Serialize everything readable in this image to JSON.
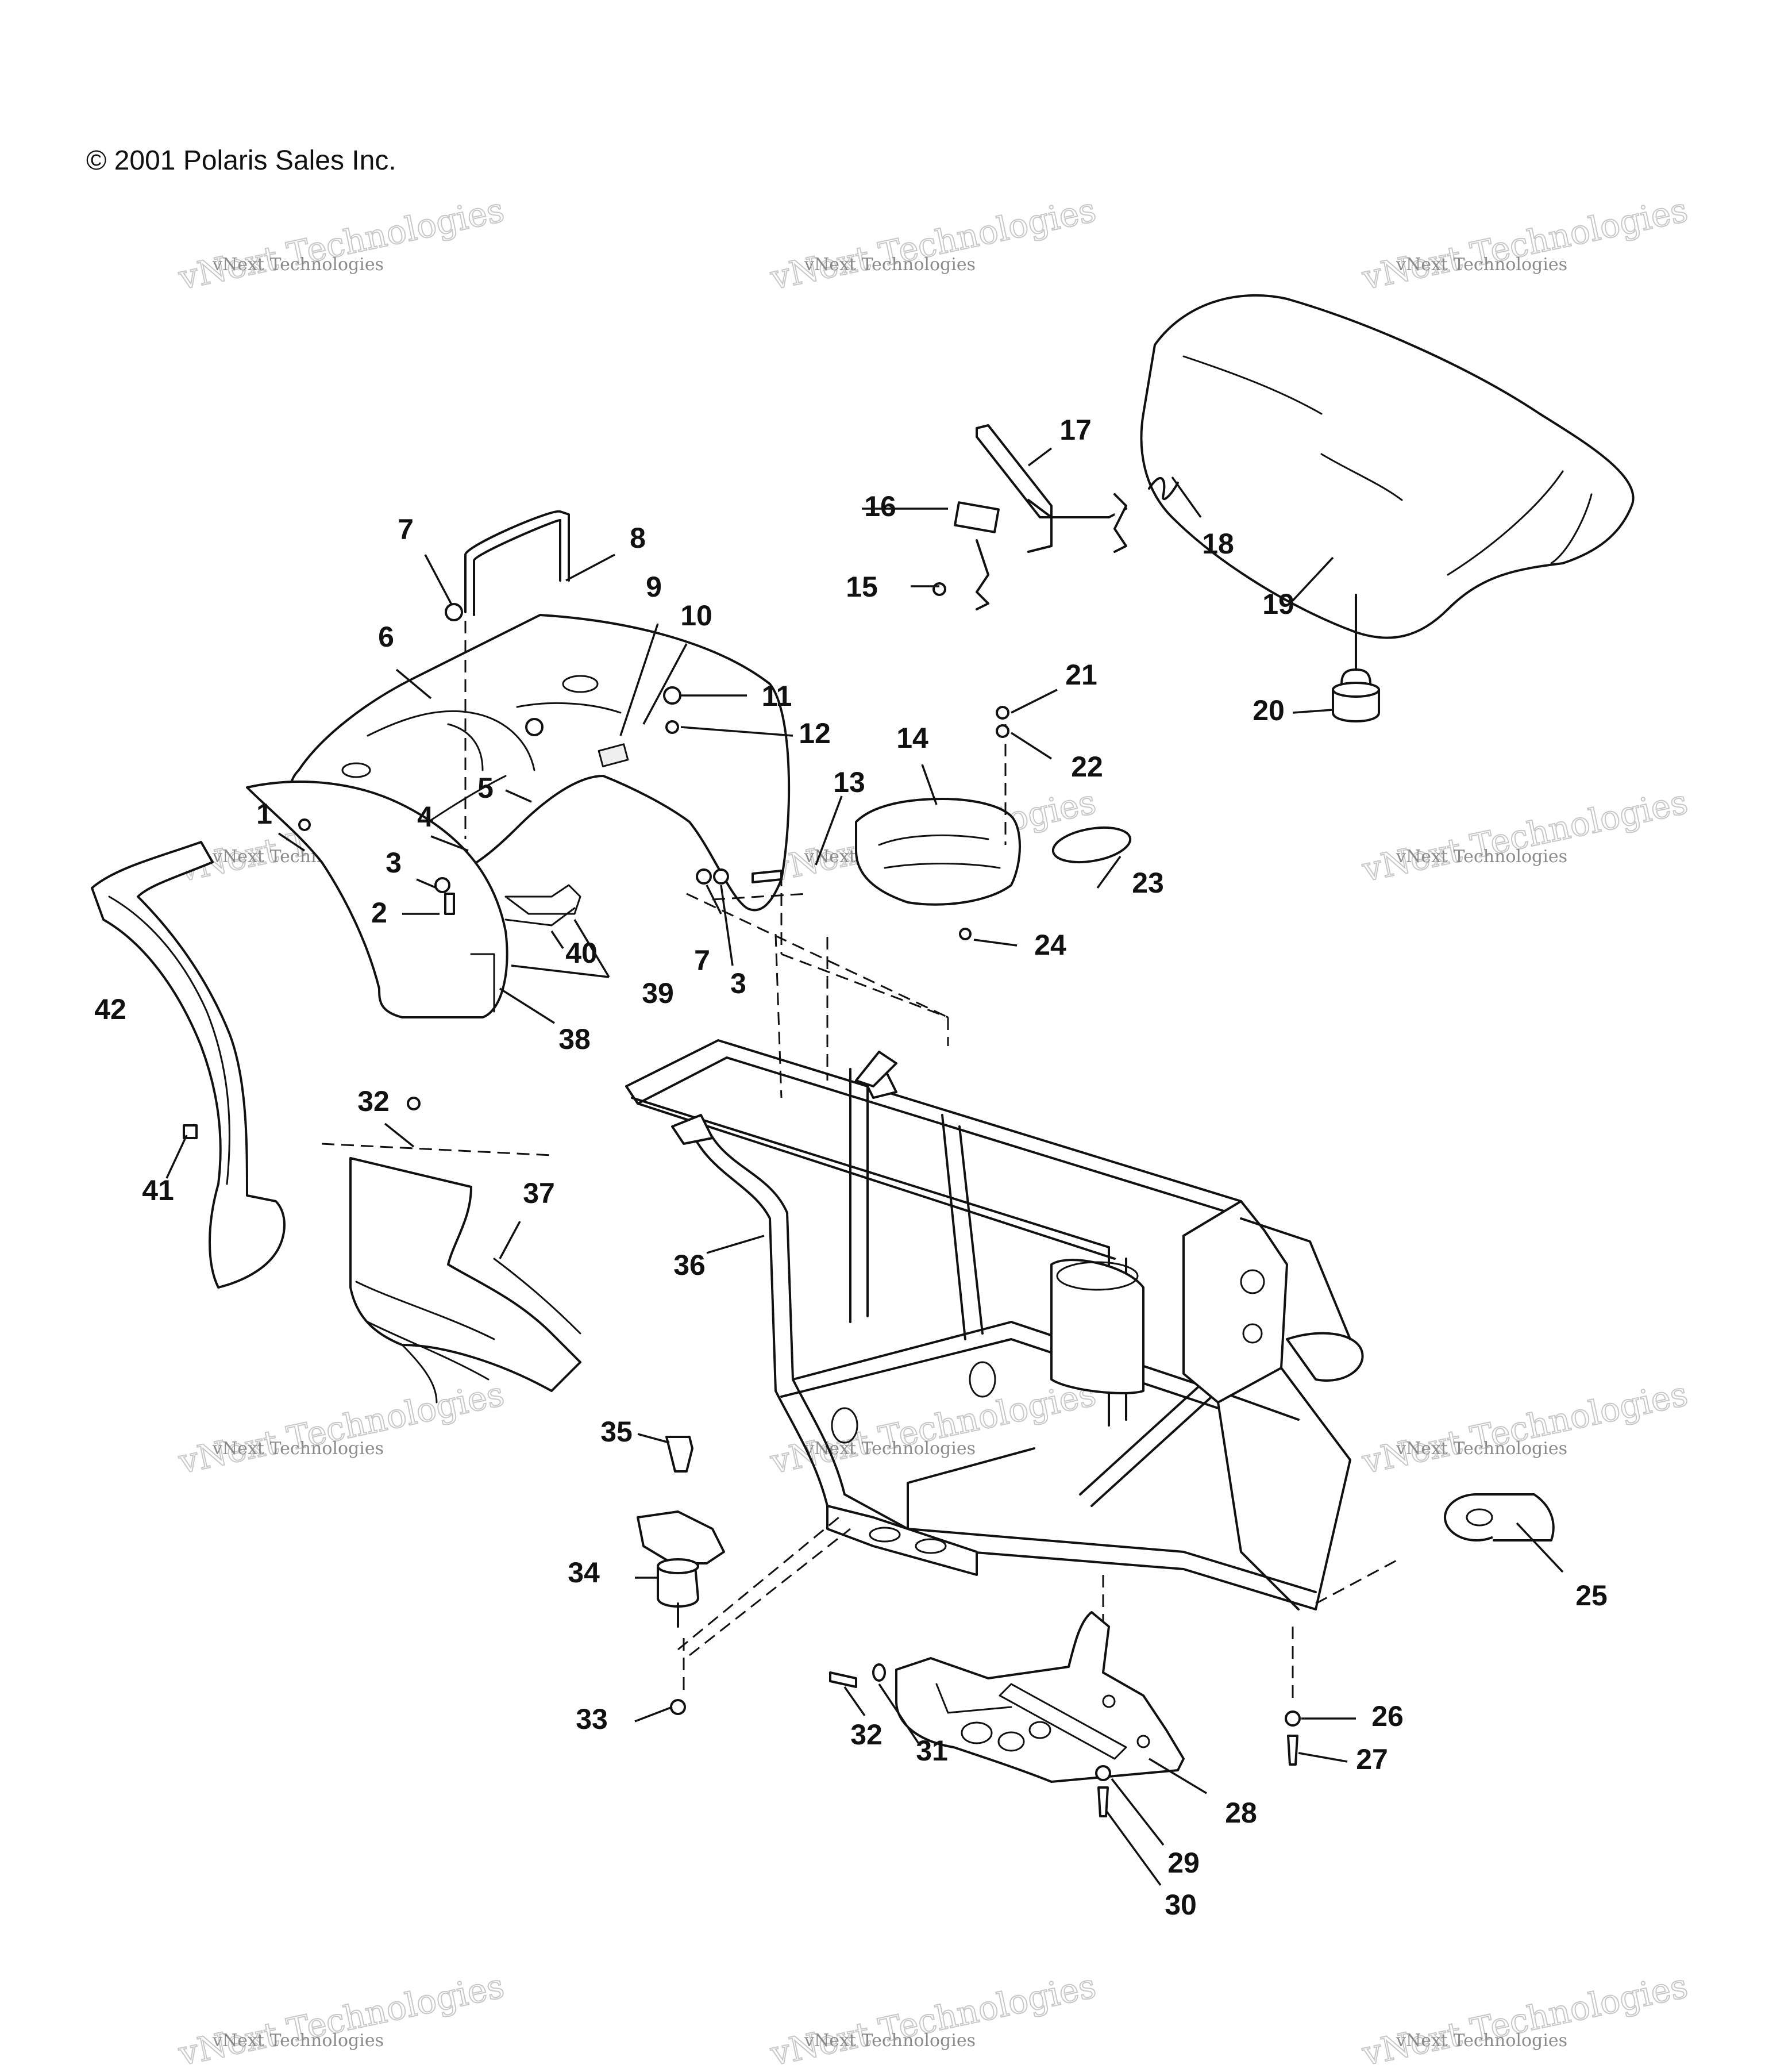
{
  "copyright": "© 2001 Polaris Sales Inc.",
  "watermark": {
    "line1": "vNext Technologies",
    "line2": "vNext Technologies"
  },
  "callouts": [
    "1",
    "2",
    "3",
    "3",
    "4",
    "5",
    "6",
    "7",
    "7",
    "8",
    "9",
    "10",
    "11",
    "12",
    "13",
    "14",
    "15",
    "16",
    "17",
    "18",
    "19",
    "20",
    "21",
    "22",
    "23",
    "24",
    "25",
    "26",
    "27",
    "28",
    "29",
    "30",
    "31",
    "32",
    "32",
    "33",
    "34",
    "35",
    "36",
    "37",
    "38",
    "39",
    "40",
    "41",
    "42"
  ]
}
